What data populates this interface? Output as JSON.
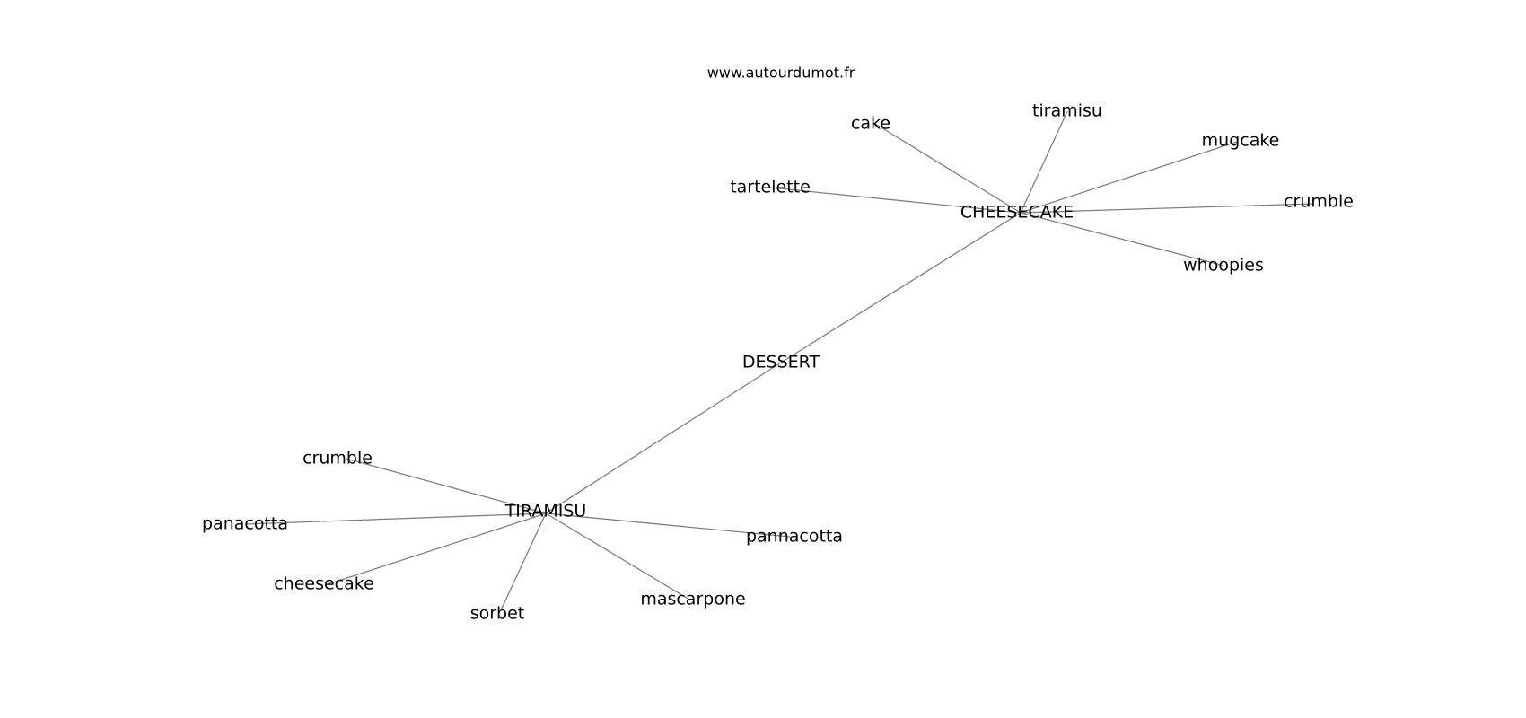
{
  "caption": "www.autourdumot.fr",
  "nodes": {
    "dessert": "DESSERT",
    "cheesecake_hub": "CHEESECAKE",
    "tiramisu_hub": "TIRAMISU",
    "cake": "cake",
    "tiramisu": "tiramisu",
    "mugcake": "mugcake",
    "tartelette": "tartelette",
    "crumble_top": "crumble",
    "whoopies": "whoopies",
    "crumble_bottom": "crumble",
    "panacotta": "panacotta",
    "cheesecake": "cheesecake",
    "sorbet": "sorbet",
    "mascarpone": "mascarpone",
    "pannacotta": "pannacotta"
  },
  "edges": [
    [
      "dessert",
      "cheesecake_hub"
    ],
    [
      "dessert",
      "tiramisu_hub"
    ],
    [
      "cheesecake_hub",
      "cake"
    ],
    [
      "cheesecake_hub",
      "tiramisu"
    ],
    [
      "cheesecake_hub",
      "mugcake"
    ],
    [
      "cheesecake_hub",
      "tartelette"
    ],
    [
      "cheesecake_hub",
      "crumble_top"
    ],
    [
      "cheesecake_hub",
      "whoopies"
    ],
    [
      "tiramisu_hub",
      "crumble_bottom"
    ],
    [
      "tiramisu_hub",
      "panacotta"
    ],
    [
      "tiramisu_hub",
      "cheesecake"
    ],
    [
      "tiramisu_hub",
      "sorbet"
    ],
    [
      "tiramisu_hub",
      "mascarpone"
    ],
    [
      "tiramisu_hub",
      "pannacotta"
    ]
  ]
}
